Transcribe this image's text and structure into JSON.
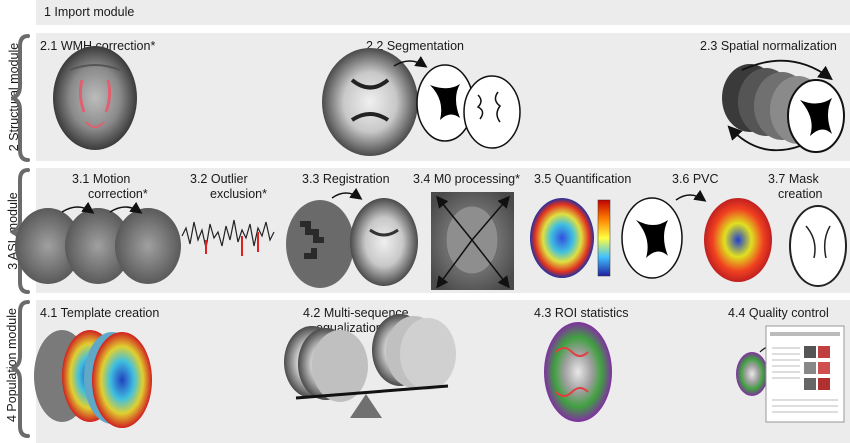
{
  "header": {
    "label": "1 Import module"
  },
  "modules": [
    {
      "id": "structural",
      "side_label": "2 Structural module",
      "steps": [
        "2.1 WMH correction*",
        "2.2 Segmentation",
        "2.3 Spatial normalization"
      ]
    },
    {
      "id": "asl",
      "side_label": "3 ASL module",
      "steps": [
        "3.1 Motion",
        "correction*",
        "3.2 Outlier",
        "exclusion*",
        "3.3 Registration",
        "3.4 M0 processing*",
        "3.5 Quantification",
        "3.6 PVC",
        "3.7 Mask",
        "creation"
      ]
    },
    {
      "id": "population",
      "side_label": "4 Population module",
      "steps": [
        "4.1 Template creation",
        "4.2 Multi-sequence",
        "equalization *",
        "4.3 ROI statistics",
        "4.4 Quality control"
      ]
    }
  ],
  "colors": {
    "panel": "#ececec",
    "bracket": "#6b6b6b",
    "wmh_outline": "#e06070",
    "outlier_spike": "#e02020"
  }
}
